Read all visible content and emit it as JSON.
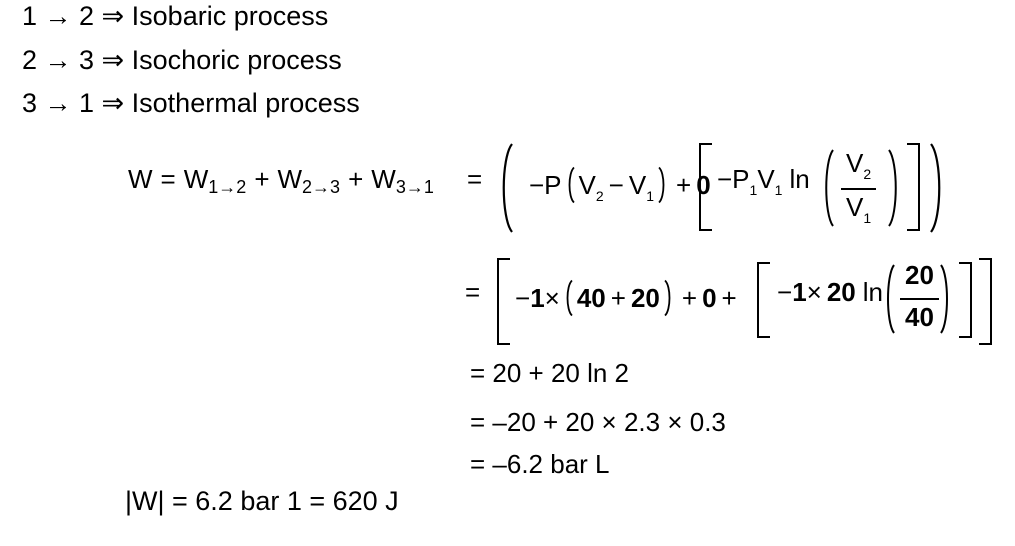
{
  "colors": {
    "background": "#ffffff",
    "text": "#000000"
  },
  "processes": [
    "1 → 2 ⇒ Isobaric process",
    "2 → 3 ⇒ Isochoric process",
    "3 → 1 ⇒ Isothermal process"
  ],
  "work_equation": {
    "lhs": "W",
    "equals": "=",
    "term_base": "W",
    "term1_sub": "1→2",
    "term2_sub": "2→3",
    "term3_sub": "3→1",
    "plus": "+"
  },
  "symbolic_expr": {
    "equals": "=",
    "minus_p": "−P",
    "v": "V",
    "sub_two": "2",
    "sub_one": "1",
    "minus": "−",
    "plus": "+",
    "zero": "0",
    "ln": "ln"
  },
  "numeric_expr": {
    "equals": "=",
    "minus": "−",
    "one": "1",
    "times": "×",
    "forty": "40",
    "plus": "+",
    "twenty": "20",
    "zero": "0",
    "ln": "ln",
    "frac_num": "20",
    "frac_den": "40"
  },
  "results": [
    "= 20 + 20 ln 2",
    "= –20 + 20 × 2.3 × 0.3",
    "= –6.2 bar L"
  ],
  "final_line": "|W| = 6.2 bar 1 = 620 J"
}
